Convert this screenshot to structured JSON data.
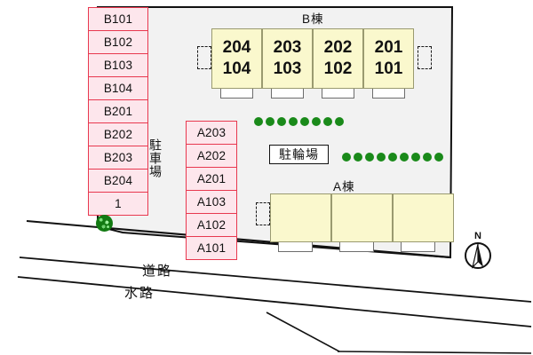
{
  "plan": {
    "title_note": "",
    "colors": {
      "lot_fill": "#f2f2f2",
      "stall_fill": "#fde6ec",
      "stall_border": "#e8384f",
      "building_fill": "#faf8cd",
      "building_border": "#9a9a70",
      "hedge_green": "#1a8a1a",
      "line_black": "#111111"
    }
  },
  "parking_lot": {
    "label": "駐車場",
    "left_column_stalls": [
      {
        "label": "B101"
      },
      {
        "label": "B102"
      },
      {
        "label": "B103"
      },
      {
        "label": "B104"
      },
      {
        "label": "B201"
      },
      {
        "label": "B202"
      },
      {
        "label": "B203"
      },
      {
        "label": "B204"
      },
      {
        "label": "1"
      }
    ],
    "middle_column_stalls": [
      {
        "label": "A203"
      },
      {
        "label": "A202"
      },
      {
        "label": "A201"
      },
      {
        "label": "A103"
      },
      {
        "label": "A102"
      },
      {
        "label": "A101"
      }
    ]
  },
  "bicycle_parking": {
    "label": "駐輪場"
  },
  "buildings": [
    {
      "name": "B棟",
      "units": [
        {
          "upper": "204",
          "lower": "104"
        },
        {
          "upper": "203",
          "lower": "103"
        },
        {
          "upper": "202",
          "lower": "102"
        },
        {
          "upper": "201",
          "lower": "101"
        }
      ]
    },
    {
      "name": "A棟",
      "units": [
        {
          "upper": "",
          "lower": ""
        },
        {
          "upper": "",
          "lower": ""
        },
        {
          "upper": "",
          "lower": ""
        }
      ]
    }
  ],
  "hedges": [
    {
      "name": "hedge-upper",
      "dot_count": 8
    },
    {
      "name": "hedge-lower",
      "dot_count": 9
    }
  ],
  "roads": [
    {
      "label": "道路"
    },
    {
      "label": "水路"
    }
  ],
  "compass": {
    "north_label": "N"
  }
}
